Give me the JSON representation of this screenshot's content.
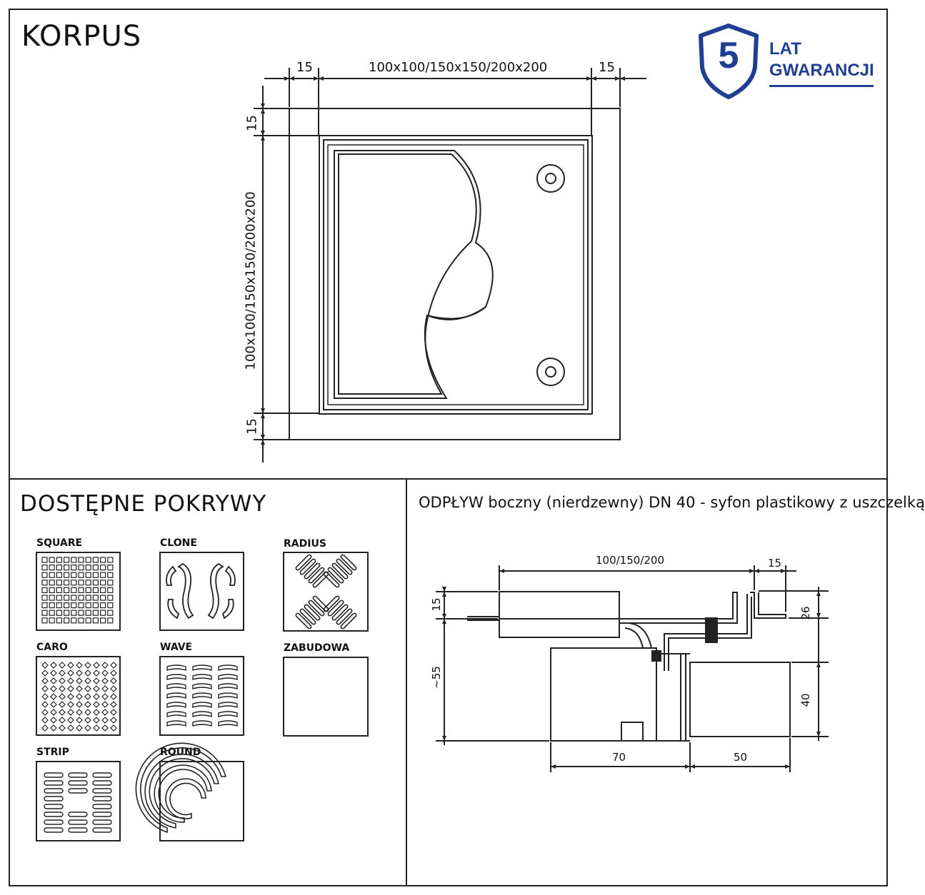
{
  "colors": {
    "line": "#222222",
    "accent": "#1f3f94"
  },
  "korpus": {
    "title": "KORPUS",
    "dims": {
      "side": "15",
      "size": "100x100/150x150/200x200"
    }
  },
  "badge": {
    "number": "5",
    "line1": "LAT",
    "line2": "GWARANCJI",
    "icon": "shield-icon"
  },
  "covers": {
    "title": "DOSTĘPNE POKRYWY",
    "items": [
      "SQUARE",
      "CLONE",
      "RADIUS",
      "CARO",
      "WAVE",
      "ZABUDOWA",
      "STRIP",
      "ROUND"
    ]
  },
  "outlet": {
    "title": "ODPŁYW boczny (nierdzewny) DN 40  -  syfon plastikowy z uszczelką",
    "dims": {
      "top": "100/150/200",
      "top_right": "15",
      "left_top": "15",
      "left": "~55",
      "right_top": "26",
      "right": "40",
      "bottom_left": "70",
      "bottom_right": "50"
    }
  }
}
